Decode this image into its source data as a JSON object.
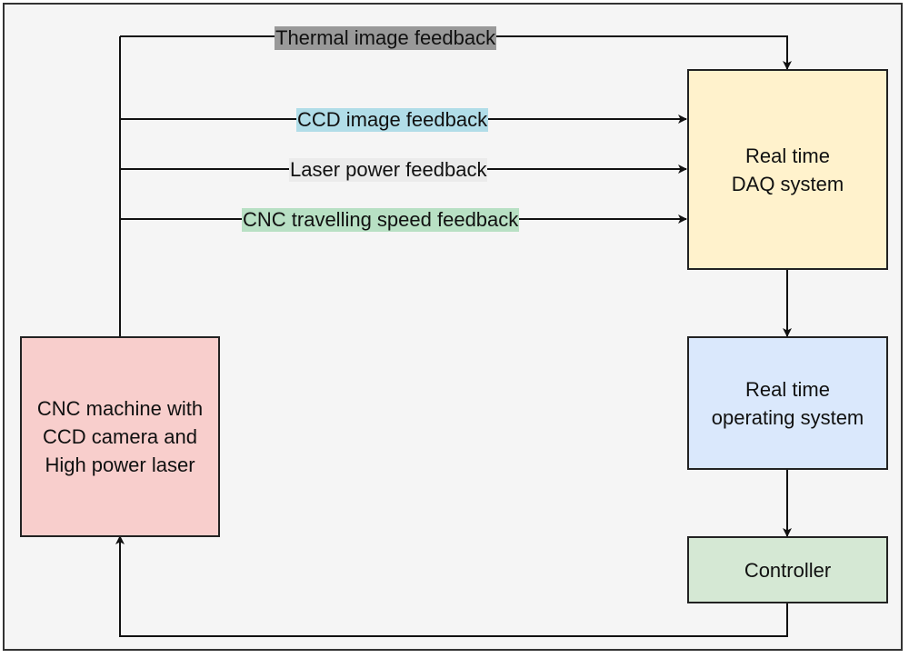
{
  "boxes": {
    "cnc": {
      "text": "CNC machine with\nCCD camera and\nHigh power laser",
      "color": "#f8cecc"
    },
    "daq": {
      "text": "Real time\nDAQ system",
      "color": "#fff2cc"
    },
    "os": {
      "text": "Real time\noperating system",
      "color": "#dae8fc"
    },
    "controller": {
      "text": "Controller",
      "color": "#d5e8d4"
    }
  },
  "feedback": {
    "thermal": {
      "text": "Thermal image feedback",
      "color": "#999999"
    },
    "ccd": {
      "text": "CCD image feedback",
      "color": "#b1dde8"
    },
    "laser": {
      "text": "Laser power feedback",
      "color": "#ebebeb"
    },
    "speed": {
      "text": "CNC travelling speed feedback",
      "color": "#b8e0c4"
    }
  }
}
